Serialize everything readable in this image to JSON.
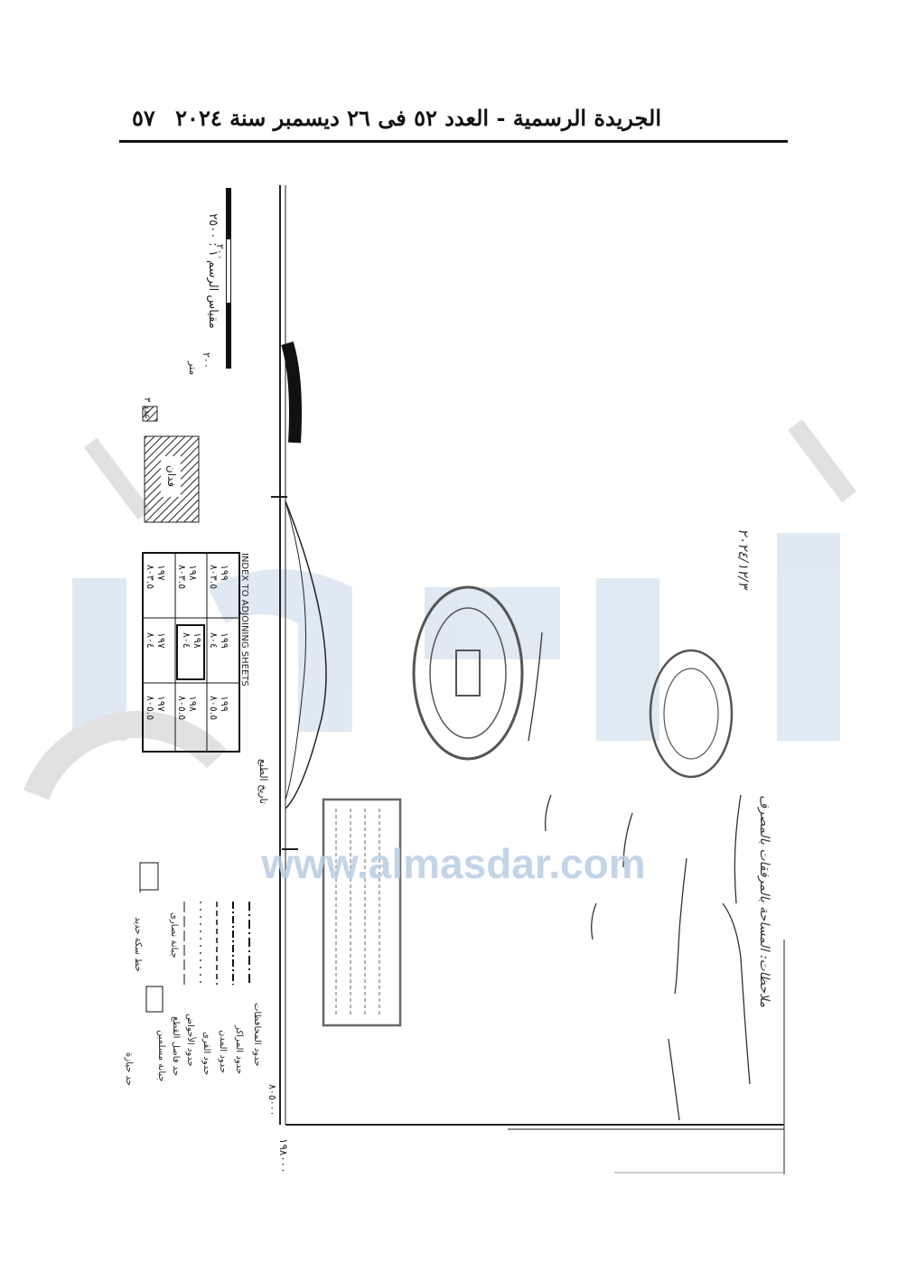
{
  "header": {
    "page_number": "٥٧",
    "title": "الجريدة الرسمية - العدد ٥٢ فى ٢٦ ديسمبر سنة ٢٠٢٤"
  },
  "scale": {
    "label": "مقياس الرسم ١ : ٢٥٠٠",
    "unit": "متر",
    "ticks": [
      "٢٠٠",
      "٢٠٠"
    ]
  },
  "legend_top": {
    "area_label": "فدان",
    "small_label": "عدد ٣"
  },
  "adjoining_index": {
    "title": "INDEX TO ADJOINING SHEETS",
    "cells": [
      [
        "١٩٩",
        "٨٠٣.٥",
        "١٩٩",
        "٨٠٤",
        "١٩٩",
        "٨٠٥.٥"
      ],
      [
        "١٩٨",
        "٨٠٣.٥",
        "١٩٨",
        "٨٠٤",
        "١٩٨",
        "٨٠٥.٥"
      ],
      [
        "١٩٧",
        "٨٠٣.٥",
        "١٩٧",
        "٨٠٤",
        "١٩٧",
        "٨٠٥.٥"
      ]
    ]
  },
  "legend_bottom": {
    "items": [
      "حدود المحافظات",
      "حدود المراكز",
      "حدود المدن",
      "حدود القرى",
      "حدود الأحواض",
      "حد فاصل القطع",
      "جبانة مسلمين",
      "حد حيازة",
      "خط سكة حديد",
      "جبانة نصارى"
    ],
    "date_label": "تاريخ الطبع"
  },
  "coordinates": {
    "x_label": "٨٠٥٠٠٠",
    "y_label": "١٩٨٠٠٠"
  },
  "handwriting": {
    "date_top": "٢٠٢٤/١٢/٣",
    "right_note": "ملاحظات: المساحة بالمرفقات بالمصرف"
  },
  "watermark": {
    "url": "www.almasdar.com",
    "brand": "المصدر"
  }
}
